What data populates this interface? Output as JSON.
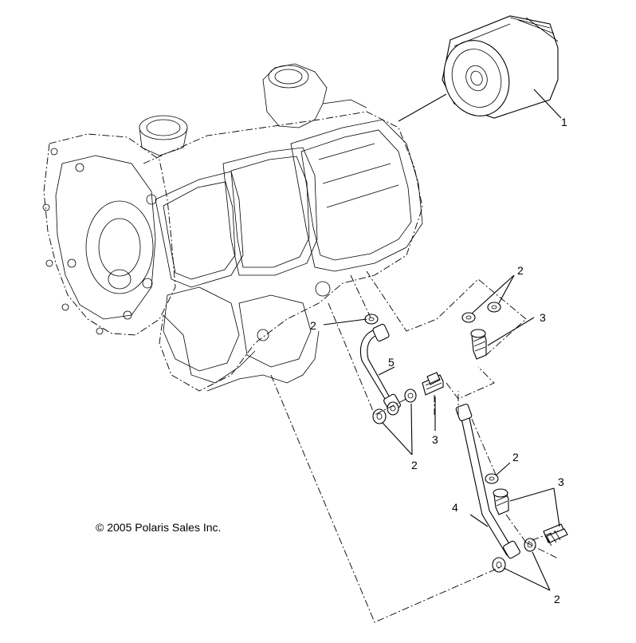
{
  "copyright": "© 2005 Polaris Sales Inc.",
  "callouts": {
    "c1": "1",
    "c2a": "2",
    "c2b": "2",
    "c2c": "2",
    "c2d": "2",
    "c2e": "2",
    "c3a": "3",
    "c3b": "3",
    "c3c": "3",
    "c4": "4",
    "c5": "5"
  }
}
